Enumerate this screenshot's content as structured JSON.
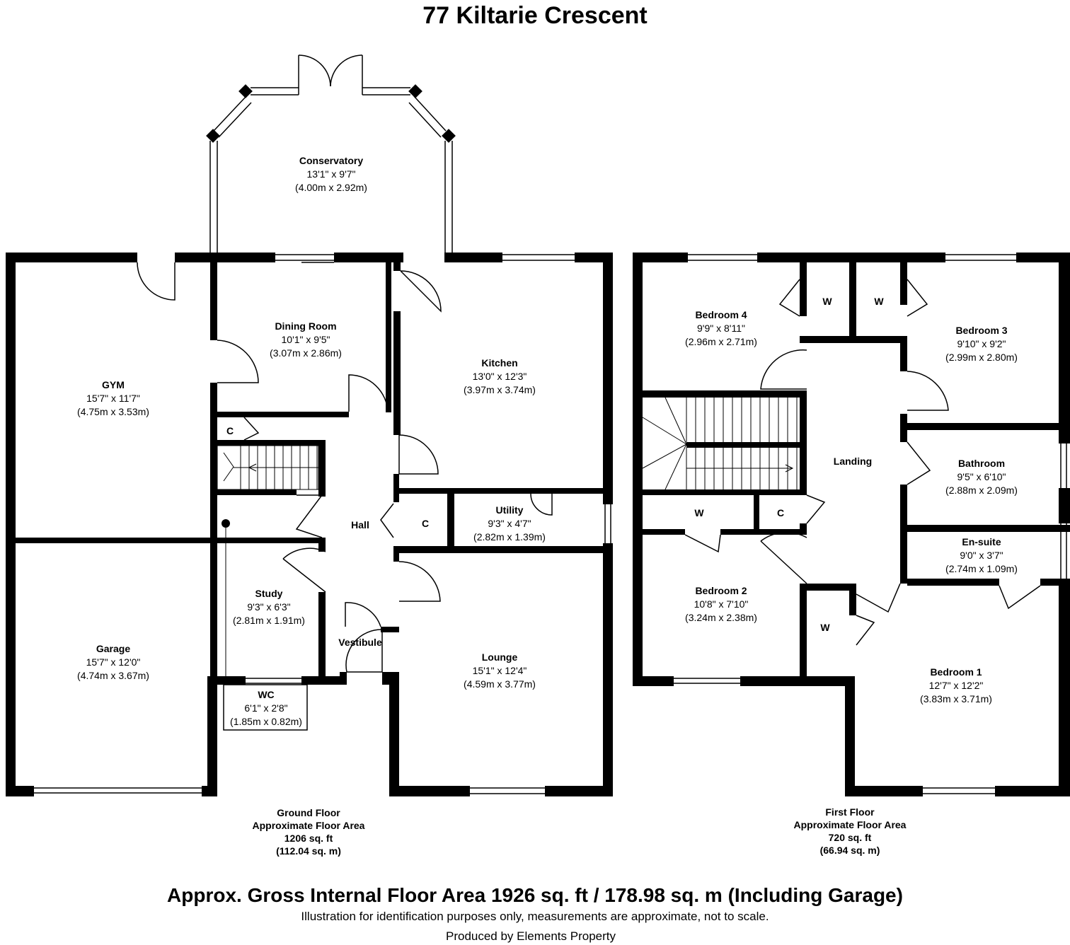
{
  "title": "77 Kiltarie Crescent",
  "rooms": {
    "conservatory": {
      "name": "Conservatory",
      "imperial": "13'1\" x 9'7\"",
      "metric": "(4.00m x 2.92m)"
    },
    "gym": {
      "name": "GYM",
      "imperial": "15'7\" x 11'7\"",
      "metric": "(4.75m x 3.53m)"
    },
    "dining": {
      "name": "Dining Room",
      "imperial": "10'1\" x 9'5\"",
      "metric": "(3.07m x 2.86m)"
    },
    "kitchen": {
      "name": "Kitchen",
      "imperial": "13'0\" x 12'3\"",
      "metric": "(3.97m x 3.74m)"
    },
    "utility": {
      "name": "Utility",
      "imperial": "9'3\" x 4'7\"",
      "metric": "(2.82m x 1.39m)"
    },
    "study": {
      "name": "Study",
      "imperial": "9'3\" x 6'3\"",
      "metric": "(2.81m x 1.91m)"
    },
    "garage": {
      "name": "Garage",
      "imperial": "15'7\" x 12'0\"",
      "metric": "(4.74m x 3.67m)"
    },
    "lounge": {
      "name": "Lounge",
      "imperial": "15'1\" x 12'4\"",
      "metric": "(4.59m x 3.77m)"
    },
    "wc": {
      "name": "WC",
      "imperial": "6'1\" x 2'8\"",
      "metric": "(1.85m x 0.82m)"
    },
    "bedroom4": {
      "name": "Bedroom 4",
      "imperial": "9'9\" x 8'11\"",
      "metric": "(2.96m x 2.71m)"
    },
    "bedroom3": {
      "name": "Bedroom 3",
      "imperial": "9'10\" x 9'2\"",
      "metric": "(2.99m x 2.80m)"
    },
    "bathroom": {
      "name": "Bathroom",
      "imperial": "9'5\" x 6'10\"",
      "metric": "(2.88m x 2.09m)"
    },
    "ensuite": {
      "name": "En-suite",
      "imperial": "9'0\" x 3'7\"",
      "metric": "(2.74m x 1.09m)"
    },
    "bedroom2": {
      "name": "Bedroom 2",
      "imperial": "10'8\" x 7'10\"",
      "metric": "(3.24m x 2.38m)"
    },
    "bedroom1": {
      "name": "Bedroom 1",
      "imperial": "12'7\" x 12'2\"",
      "metric": "(3.83m x 3.71m)"
    }
  },
  "tags": {
    "hall": "Hall",
    "vestibule": "Vestibule",
    "landing": "Landing",
    "cupboard": "C",
    "wardrobe": "W"
  },
  "ground_floor": {
    "name": "Ground Floor",
    "label": "Approximate Floor Area",
    "sqft": "1206 sq. ft",
    "sqm": "(112.04 sq. m)"
  },
  "first_floor": {
    "name": "First Floor",
    "label": "Approximate Floor Area",
    "sqft": "720 sq. ft",
    "sqm": "(66.94 sq. m)"
  },
  "gross_area": "Approx. Gross Internal Floor Area 1926 sq. ft / 178.98 sq. m (Including Garage)",
  "disclaimer": "Illustration for identification purposes only, measurements are approximate, not to scale.",
  "producer": "Produced by Elements Property"
}
